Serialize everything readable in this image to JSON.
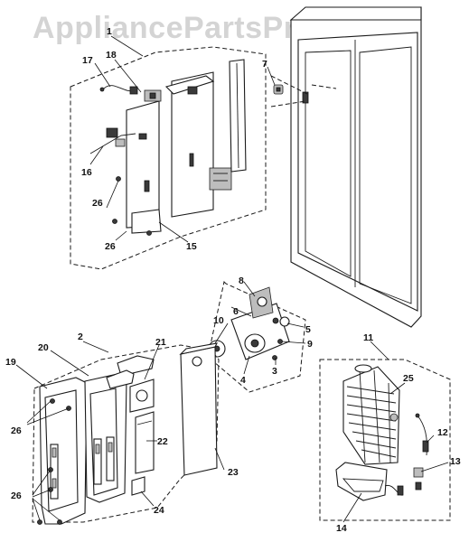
{
  "watermark": "AppliancePartsPros.com",
  "callouts": {
    "c1": "1",
    "c2": "2",
    "c3": "3",
    "c4": "4",
    "c5": "5",
    "c6": "6",
    "c7": "7",
    "c8": "8",
    "c9": "9",
    "c10": "10",
    "c11": "11",
    "c12": "12",
    "c13": "13",
    "c14": "14",
    "c15": "15",
    "c16": "16",
    "c17": "17",
    "c18": "18",
    "c19": "19",
    "c20": "20",
    "c21": "21",
    "c22": "22",
    "c23": "23",
    "c24": "24",
    "c25": "25",
    "c26": "26"
  },
  "colors": {
    "line": "#1a1a1a",
    "watermark": "#d4d4d4",
    "background": "#ffffff"
  }
}
